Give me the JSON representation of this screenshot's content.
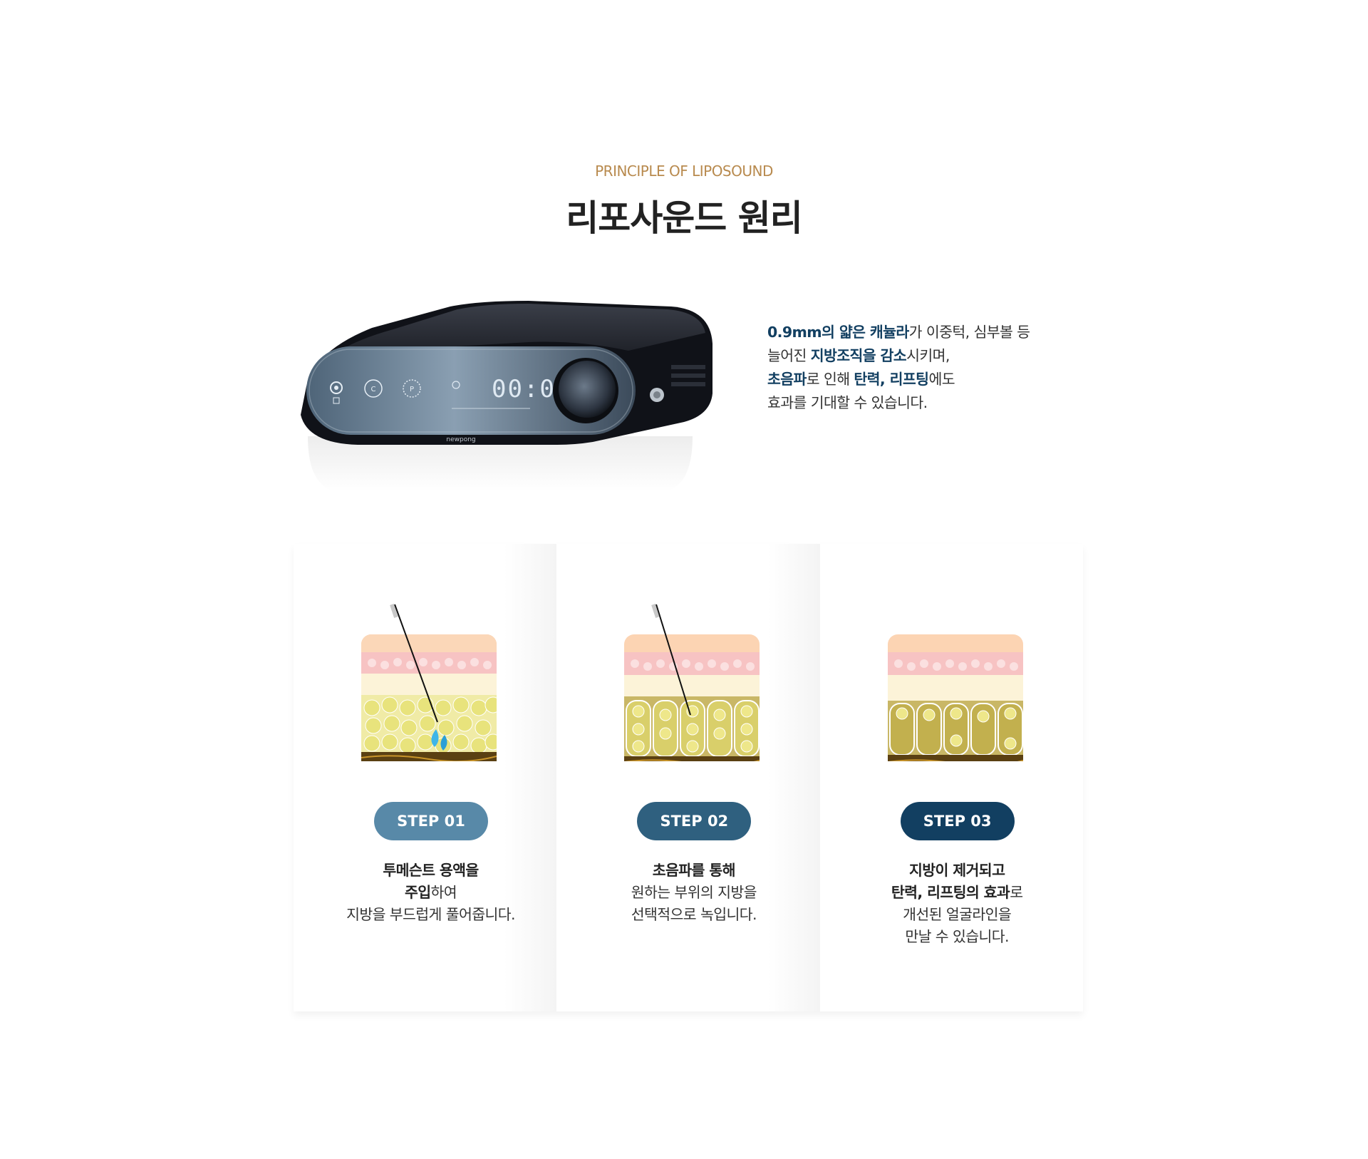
{
  "header": {
    "eyebrow": "PRINCIPLE OF LIPOSOUND",
    "title": "리포사운드 원리"
  },
  "device": {
    "display_time": "00:00",
    "brand": "newpong"
  },
  "intro": {
    "line1_hl_a": "0.9mm의 얇은 캐뉼라",
    "line1_rest": "가 이중턱, 심부볼 등",
    "line2_pre": "늘어진 ",
    "line2_hl": "지방조직을 감소",
    "line2_rest": "시키며,",
    "line3_hl_a": "초음파",
    "line3_mid": "로 인해 ",
    "line3_hl_b": "탄력, 리프팅",
    "line3_rest": "에도",
    "line4": "효과를 기대할 수 있습니다."
  },
  "steps": [
    {
      "badge": "STEP 01",
      "badge_color": "#5889a8",
      "line1": "투메슨트 용액을",
      "line2_b": "주입",
      "line2_rest": "하여",
      "line3": "지방을 부드럽게 풀어줍니다."
    },
    {
      "badge": "STEP 02",
      "badge_color": "#2f607f",
      "line1": "초음파를 통해",
      "line2": "원하는 부위의 지방을",
      "line3": "선택적으로 녹입니다."
    },
    {
      "badge": "STEP 03",
      "badge_color": "#123f61",
      "line1": "지방이 제거되고",
      "line2_b": "탄력, 리프팅의 효과",
      "line2_rest": "로",
      "line3": "개선된 얼굴라인을",
      "line4": "만날 수 있습니다."
    }
  ]
}
